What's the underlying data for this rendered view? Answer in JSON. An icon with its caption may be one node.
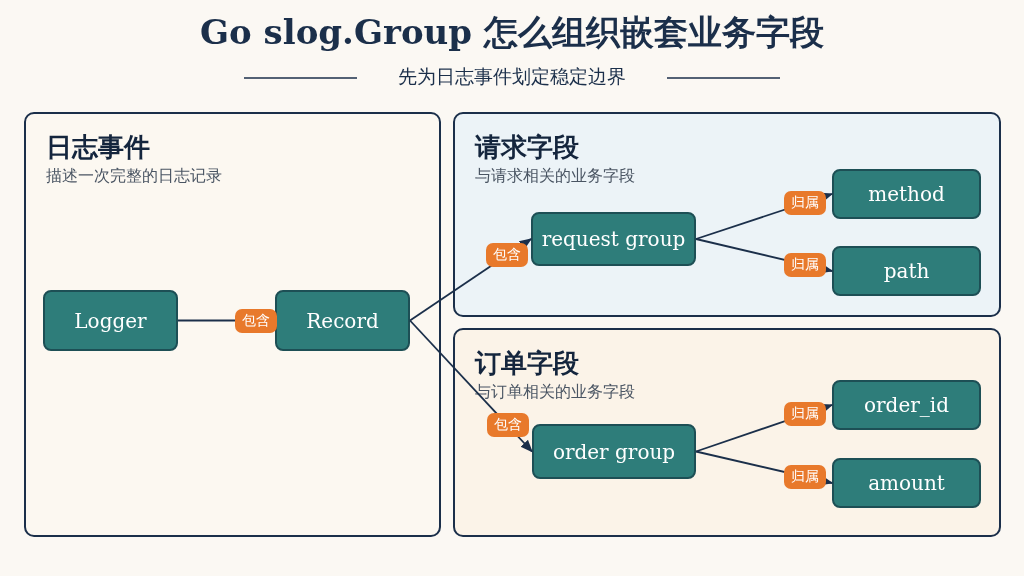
{
  "diagram": {
    "title": "Go slog.Group 怎么组织嵌套业务字段",
    "nodes": [
      {
        "text": [
          "日志事件",
          "描述一次完整的日志记录"
        ]
      },
      {
        "text": [
          "Logger"
        ],
        "in": 0
      },
      {
        "text": [
          "Record"
        ],
        "in": 0
      },
      {
        "text": [
          "请求字段",
          "与请求相关的业务字段"
        ]
      },
      {
        "text": [
          "request group"
        ],
        "in": 3
      },
      {
        "text": [
          "method"
        ],
        "in": 3
      },
      {
        "text": [
          "path"
        ],
        "in": 3
      },
      {
        "text": [
          "订单字段",
          "与订单相关的业务字段"
        ]
      },
      {
        "text": [
          "order group"
        ],
        "in": 7
      },
      {
        "text": [
          "order_id"
        ],
        "in": 7
      },
      {
        "text": [
          "amount"
        ],
        "in": 7
      }
    ],
    "edges": [
      {
        "from": 1,
        "to": 2,
        "arrow": "to",
        "label": "包含"
      },
      {
        "from": 2,
        "to": 4,
        "arrow": "to",
        "label": "包含"
      },
      {
        "from": 2,
        "to": 8,
        "arrow": "to",
        "label": "包含"
      },
      {
        "from": 4,
        "to": 5,
        "arrow": "to",
        "label": "归属"
      },
      {
        "from": 4,
        "to": 6,
        "arrow": "to",
        "label": "归属"
      },
      {
        "from": 8,
        "to": 9,
        "arrow": "to",
        "label": "归属"
      },
      {
        "from": 8,
        "to": 10,
        "arrow": "to",
        "label": "归属"
      }
    ],
    "labels": [
      "先为日志事件划定稳定边界"
    ]
  }
}
